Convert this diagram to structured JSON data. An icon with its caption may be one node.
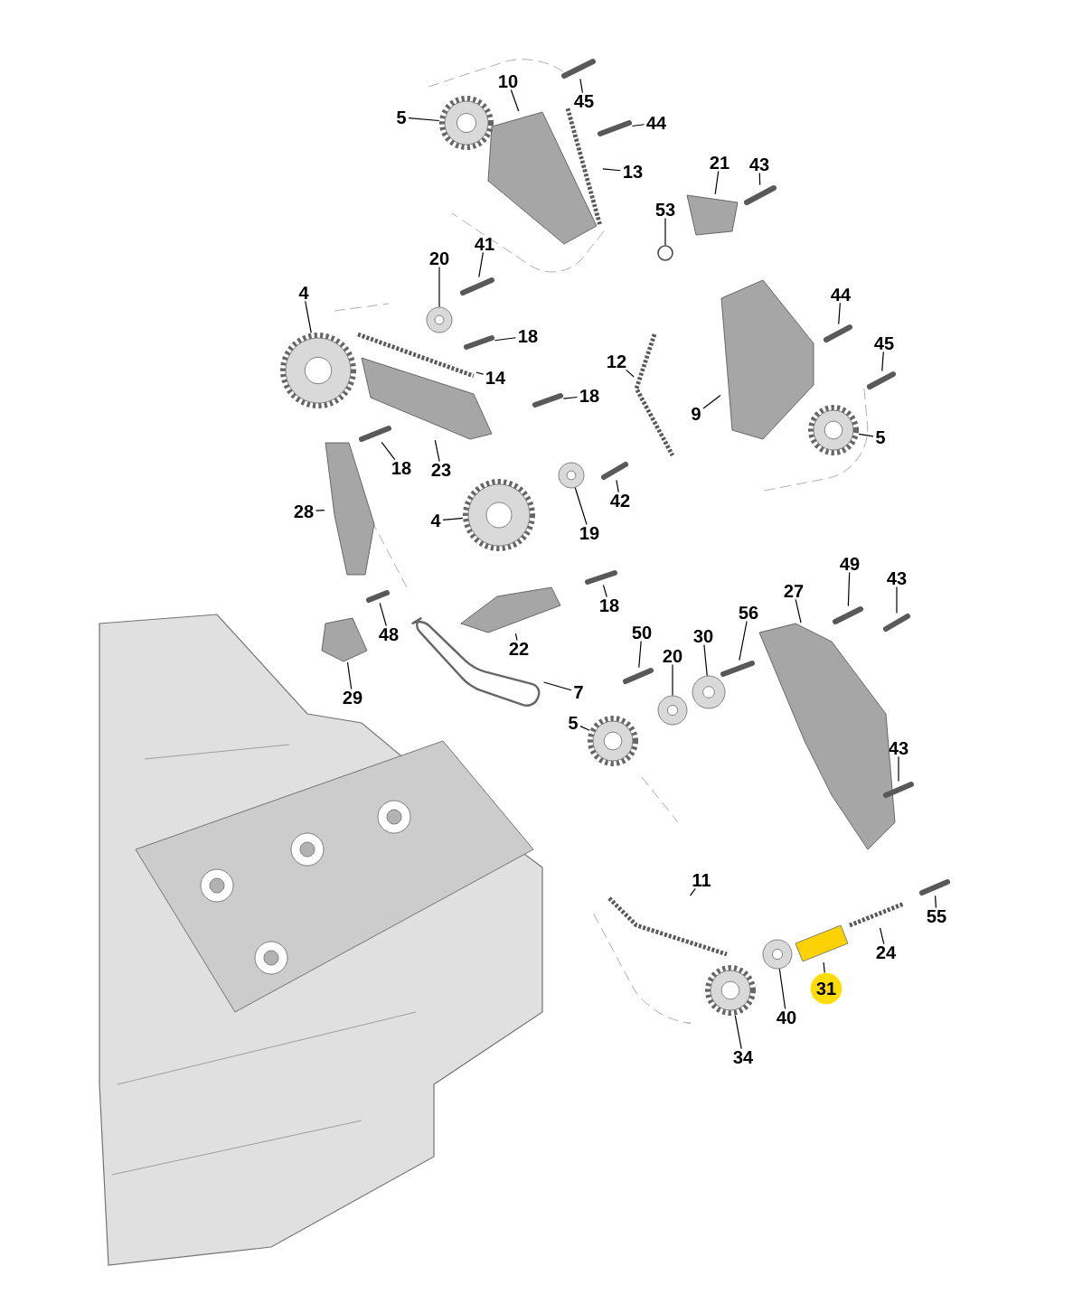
{
  "diagram": {
    "nodes": [
      {
        "text": [
          "10"
        ]
      },
      {
        "text": [
          "45"
        ]
      },
      {
        "text": [
          "5"
        ]
      },
      {
        "text": [
          "44"
        ]
      },
      {
        "text": [
          "13"
        ]
      },
      {
        "text": [
          "21"
        ]
      },
      {
        "text": [
          "43"
        ]
      },
      {
        "text": [
          "53"
        ]
      },
      {
        "text": [
          "20"
        ]
      },
      {
        "text": [
          "41"
        ]
      },
      {
        "text": [
          "4"
        ]
      },
      {
        "text": [
          "18"
        ]
      },
      {
        "text": [
          "44"
        ]
      },
      {
        "text": [
          "12"
        ]
      },
      {
        "text": [
          "14"
        ]
      },
      {
        "text": [
          "45"
        ]
      },
      {
        "text": [
          "18"
        ]
      },
      {
        "text": [
          "9"
        ]
      },
      {
        "text": [
          "5"
        ]
      },
      {
        "text": [
          "18"
        ]
      },
      {
        "text": [
          "23"
        ]
      },
      {
        "text": [
          "42"
        ]
      },
      {
        "text": [
          "28"
        ]
      },
      {
        "text": [
          "4"
        ]
      },
      {
        "text": [
          "19"
        ]
      },
      {
        "text": [
          "18"
        ]
      },
      {
        "text": [
          "49"
        ]
      },
      {
        "text": [
          "43"
        ]
      },
      {
        "text": [
          "27"
        ]
      },
      {
        "text": [
          "56"
        ]
      },
      {
        "text": [
          "48"
        ]
      },
      {
        "text": [
          "22"
        ]
      },
      {
        "text": [
          "50"
        ]
      },
      {
        "text": [
          "20"
        ]
      },
      {
        "text": [
          "30"
        ]
      },
      {
        "text": [
          "29"
        ]
      },
      {
        "text": [
          "7"
        ]
      },
      {
        "text": [
          "5"
        ]
      },
      {
        "text": [
          "43"
        ]
      },
      {
        "text": [
          "11"
        ]
      },
      {
        "text": [
          "55"
        ]
      },
      {
        "text": [
          "24"
        ]
      },
      {
        "text": [
          "31"
        ]
      },
      {
        "text": [
          "40"
        ]
      },
      {
        "text": [
          "34"
        ]
      },
      {
        "text": [],
        "shape": "picture"
      },
      {
        "text": [],
        "shape": "picture"
      },
      {
        "text": [],
        "shape": "picture"
      },
      {
        "text": [],
        "shape": "picture"
      },
      {
        "text": [],
        "shape": "picture"
      },
      {
        "text": [],
        "shape": "picture"
      },
      {
        "text": [],
        "shape": "picture"
      },
      {
        "text": [],
        "shape": "circle"
      },
      {
        "text": [],
        "shape": "picture"
      },
      {
        "text": [],
        "shape": "picture"
      },
      {
        "text": [],
        "shape": "picture"
      },
      {
        "text": [],
        "shape": "picture"
      },
      {
        "text": [],
        "shape": "picture"
      },
      {
        "text": [],
        "shape": "picture"
      },
      {
        "text": [],
        "shape": "picture"
      },
      {
        "text": [],
        "shape": "picture"
      },
      {
        "text": [],
        "shape": "picture"
      },
      {
        "text": [],
        "shape": "picture"
      },
      {
        "text": [],
        "shape": "picture"
      },
      {
        "text": [],
        "shape": "picture"
      },
      {
        "text": [],
        "shape": "picture"
      },
      {
        "text": [],
        "shape": "picture"
      },
      {
        "text": [],
        "shape": "picture"
      },
      {
        "text": [],
        "shape": "picture"
      },
      {
        "text": [],
        "shape": "picture"
      },
      {
        "text": [],
        "shape": "picture"
      },
      {
        "text": [],
        "shape": "picture"
      },
      {
        "text": [],
        "shape": "picture"
      },
      {
        "text": [],
        "shape": "picture"
      },
      {
        "text": [],
        "shape": "picture"
      },
      {
        "text": [],
        "shape": "picture"
      },
      {
        "text": [],
        "shape": "picture"
      },
      {
        "text": [],
        "shape": "picture"
      },
      {
        "text": [],
        "shape": "picture"
      },
      {
        "text": [],
        "shape": "picture"
      },
      {
        "text": [],
        "shape": "picture"
      },
      {
        "text": [],
        "shape": "picture"
      },
      {
        "text": [],
        "shape": "picture"
      },
      {
        "text": [],
        "shape": "picture"
      },
      {
        "text": [],
        "shape": "picture"
      },
      {
        "text": [],
        "shape": "picture"
      },
      {
        "text": [],
        "shape": "picture"
      },
      {
        "text": [],
        "shape": "picture"
      },
      {
        "text": [],
        "shape": "picture"
      },
      {
        "text": [],
        "shape": "picture"
      }
    ],
    "edges": [
      {
        "from": 0,
        "to": 45,
        "arrow": "none"
      },
      {
        "from": 1,
        "to": 46,
        "arrow": "none"
      },
      {
        "from": 2,
        "to": 47,
        "arrow": "none"
      },
      {
        "from": 3,
        "to": 48,
        "arrow": "none"
      },
      {
        "from": 4,
        "to": 49,
        "arrow": "none"
      },
      {
        "from": 5,
        "to": 50,
        "arrow": "none"
      },
      {
        "from": 6,
        "to": 51,
        "arrow": "none"
      },
      {
        "from": 7,
        "to": 52,
        "arrow": "none"
      },
      {
        "from": 8,
        "to": 53,
        "arrow": "none"
      },
      {
        "from": 9,
        "to": 54,
        "arrow": "none"
      },
      {
        "from": 10,
        "to": 55,
        "arrow": "none"
      },
      {
        "from": 11,
        "to": 56,
        "arrow": "none"
      },
      {
        "from": 12,
        "to": 57,
        "arrow": "none"
      },
      {
        "from": 13,
        "to": 58,
        "arrow": "none"
      },
      {
        "from": 14,
        "to": 59,
        "arrow": "none"
      },
      {
        "from": 15,
        "to": 60,
        "arrow": "none"
      },
      {
        "from": 16,
        "to": 61,
        "arrow": "none"
      },
      {
        "from": 17,
        "to": 62,
        "arrow": "none"
      },
      {
        "from": 18,
        "to": 63,
        "arrow": "none"
      },
      {
        "from": 19,
        "to": 64,
        "arrow": "none"
      },
      {
        "from": 20,
        "to": 65,
        "arrow": "none"
      },
      {
        "from": 21,
        "to": 66,
        "arrow": "none"
      },
      {
        "from": 22,
        "to": 67,
        "arrow": "none"
      },
      {
        "from": 23,
        "to": 68,
        "arrow": "none"
      },
      {
        "from": 24,
        "to": 69,
        "arrow": "none"
      },
      {
        "from": 25,
        "to": 70,
        "arrow": "none"
      },
      {
        "from": 26,
        "to": 71,
        "arrow": "none"
      },
      {
        "from": 27,
        "to": 72,
        "arrow": "none"
      },
      {
        "from": 28,
        "to": 73,
        "arrow": "none"
      },
      {
        "from": 29,
        "to": 74,
        "arrow": "none"
      },
      {
        "from": 30,
        "to": 75,
        "arrow": "none"
      },
      {
        "from": 31,
        "to": 76,
        "arrow": "none"
      },
      {
        "from": 32,
        "to": 77,
        "arrow": "none"
      },
      {
        "from": 33,
        "to": 78,
        "arrow": "none"
      },
      {
        "from": 34,
        "to": 79,
        "arrow": "none"
      },
      {
        "from": 35,
        "to": 80,
        "arrow": "none"
      },
      {
        "from": 36,
        "to": 81,
        "arrow": "none"
      },
      {
        "from": 37,
        "to": 82,
        "arrow": "none"
      },
      {
        "from": 38,
        "to": 83,
        "arrow": "none"
      },
      {
        "from": 39,
        "to": 84,
        "arrow": "none"
      },
      {
        "from": 40,
        "to": 85,
        "arrow": "none"
      },
      {
        "from": 41,
        "to": 86,
        "arrow": "none"
      },
      {
        "from": 42,
        "to": 87,
        "arrow": "none"
      },
      {
        "from": 43,
        "to": 88,
        "arrow": "none"
      },
      {
        "from": 44,
        "to": 89,
        "arrow": "none"
      }
    ]
  }
}
